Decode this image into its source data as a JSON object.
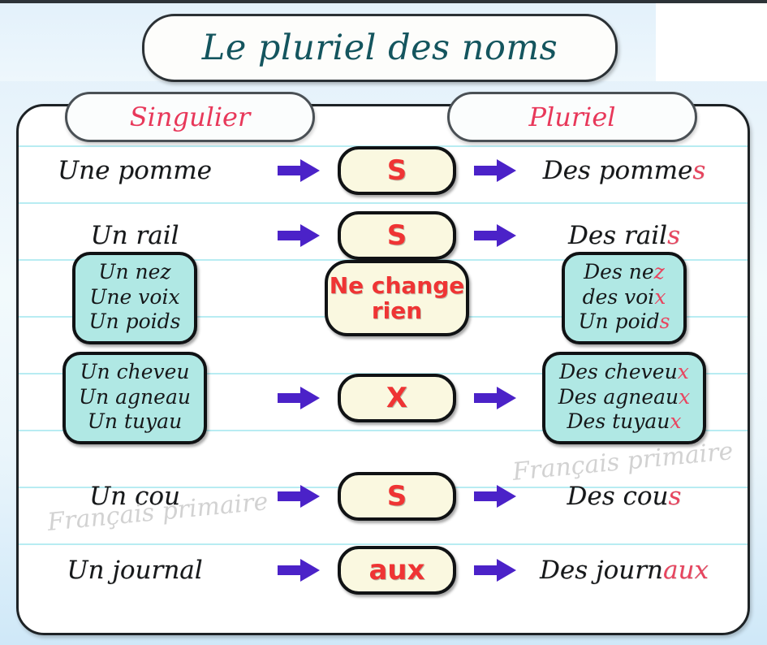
{
  "title": "Le pluriel des noms",
  "columns": {
    "singular_label": "Singulier",
    "plural_label": "Pluriel"
  },
  "colors": {
    "title_text": "#14555e",
    "header_text": "#e8385a",
    "rule_text": "#ef3434",
    "arrow": "#4b22c8",
    "teal_box": "#b0e8e4",
    "cream_pill": "#faf8e0",
    "highlight": "#e8455f",
    "rule_line": "#b8ecf2",
    "watermark": "#cfcfcf"
  },
  "watermarks": [
    "Français primaire",
    "Français primaire"
  ],
  "rows": [
    {
      "type": "simple",
      "singular": "Une pomme",
      "rule": "S",
      "plural_stem": "Des pomme",
      "plural_ending": "s",
      "arrow_left": "arrow-right-icon",
      "arrow_right": "arrow-right-icon"
    },
    {
      "type": "simple",
      "singular": "Un rail",
      "rule": "S",
      "plural_stem": "Des rail",
      "plural_ending": "s",
      "arrow_left": "arrow-right-icon",
      "arrow_right": "arrow-right-icon"
    },
    {
      "type": "group",
      "rule": "Ne change rien",
      "singular_items": [
        "Un nez",
        "Une voix",
        "Un poids"
      ],
      "plural_items": [
        {
          "stem": "Des ne",
          "ending": "z"
        },
        {
          "stem": "des voi",
          "ending": "x"
        },
        {
          "stem": "Un poid",
          "ending": "s"
        }
      ],
      "has_arrows": false
    },
    {
      "type": "group",
      "rule": "X",
      "singular_items": [
        "Un cheveu",
        "Un agneau",
        "Un tuyau"
      ],
      "plural_items": [
        {
          "stem": "Des cheveu",
          "ending": "x"
        },
        {
          "stem": "Des agneau",
          "ending": "x"
        },
        {
          "stem": "Des tuyau",
          "ending": "x"
        }
      ],
      "has_arrows": true,
      "arrow_left": "arrow-right-icon",
      "arrow_right": "arrow-right-icon"
    },
    {
      "type": "simple",
      "singular": "Un cou",
      "rule": "S",
      "plural_stem": "Des cou",
      "plural_ending": "s",
      "arrow_left": "arrow-right-icon",
      "arrow_right": "arrow-right-icon"
    },
    {
      "type": "simple",
      "singular": "Un journal",
      "rule": "aux",
      "plural_stem": "Des journ",
      "plural_ending": "aux",
      "arrow_left": "arrow-right-icon",
      "arrow_right": "arrow-right-icon"
    }
  ]
}
